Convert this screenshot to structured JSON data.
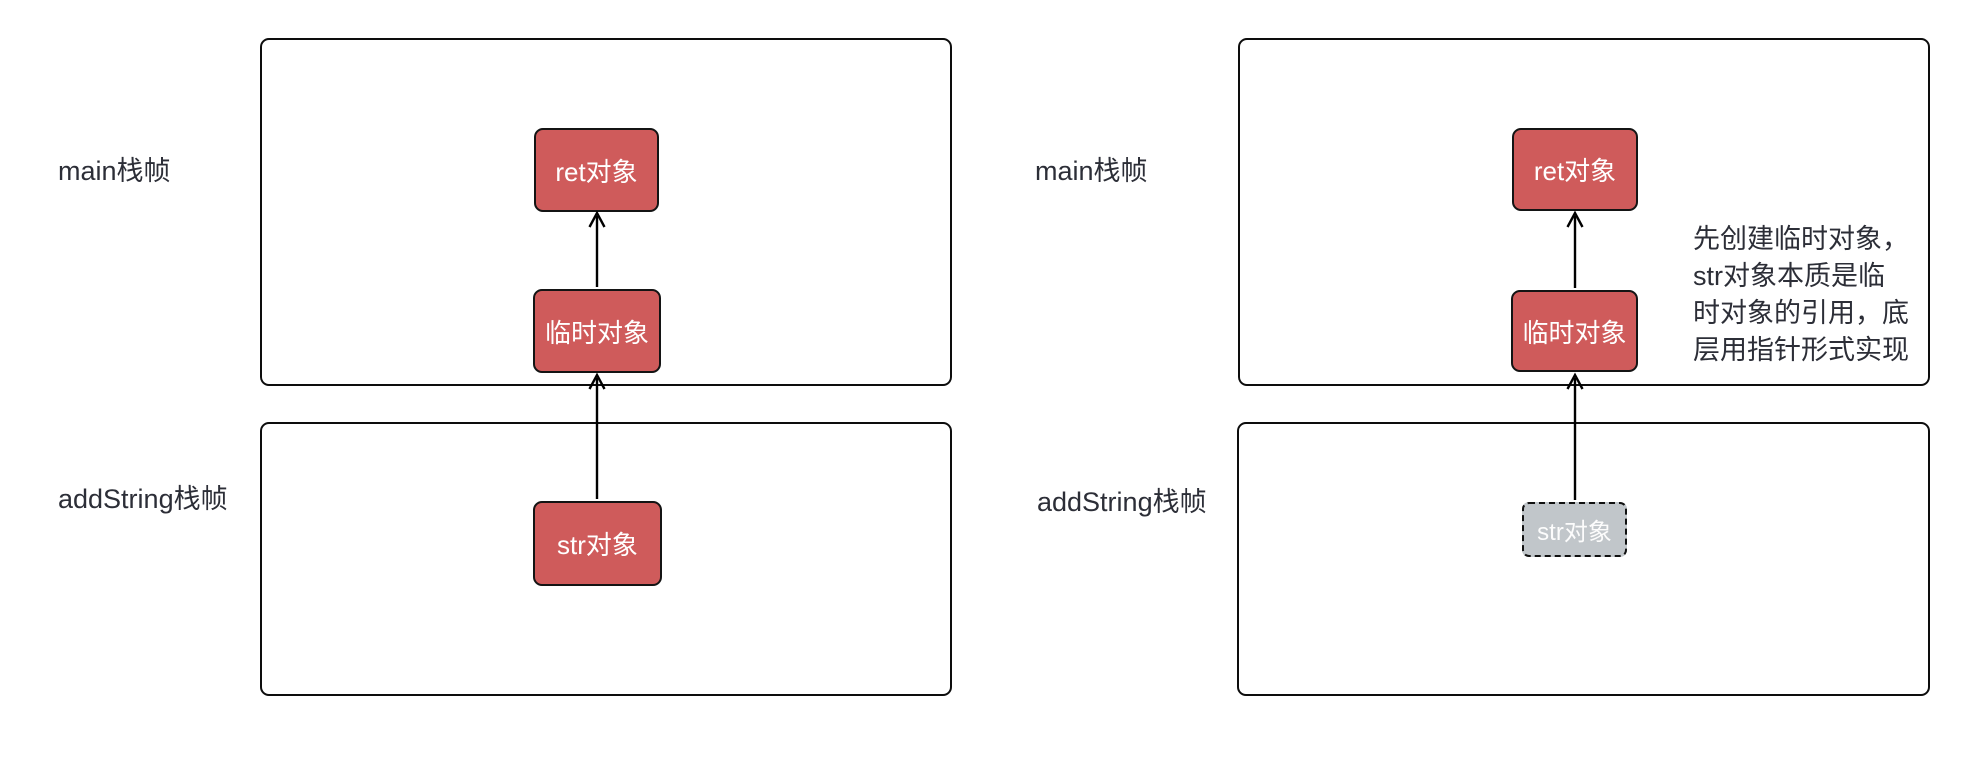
{
  "diagram": {
    "title": "C++ return value / temporary object stack-frame diagram",
    "colors": {
      "background": "#ffffff",
      "object_fill_red": "#cf5b5b",
      "object_fill_gray": "#c1c6ca",
      "object_text": "#ffffff",
      "frame_border": "#0d0d0d",
      "label_text": "#2c2e37",
      "arrow": "#000000"
    },
    "panels": [
      {
        "id": "left",
        "main_frame_label": "main栈帧",
        "addstring_frame_label": "addString栈帧",
        "boxes": {
          "ret": "ret对象",
          "temp": "临时对象",
          "str": "str对象"
        }
      },
      {
        "id": "right",
        "main_frame_label": "main栈帧",
        "addstring_frame_label": "addString栈帧",
        "boxes": {
          "ret": "ret对象",
          "temp": "临时对象",
          "str": "str对象"
        },
        "str_box_style": "dashed-gray",
        "annotation": "先创建临时对象，str对象本质是临时对象的引用，底层用指针形式实现",
        "annotation_lines": [
          "先创建临时对象，",
          "str对象本质是临",
          "时对象的引用，底",
          "层用指针形式实现"
        ]
      }
    ]
  }
}
